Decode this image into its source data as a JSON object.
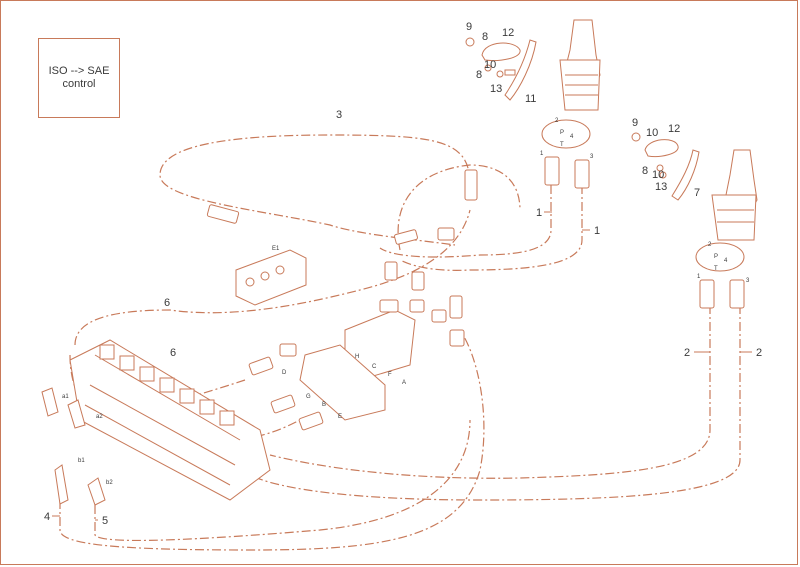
{
  "note_box": {
    "line1": "ISO --> SAE",
    "line2": "control"
  },
  "callouts": {
    "c9a": "9",
    "c8a": "8",
    "c12a": "12",
    "c10a": "10",
    "c8b": "8",
    "c13a": "13",
    "c11": "11",
    "c9b": "9",
    "c10b": "10",
    "c12b": "12",
    "c8c": "8",
    "c10c": "10",
    "c13b": "13",
    "c7": "7",
    "c3": "3",
    "c1a": "1",
    "c1b": "1",
    "c2a": "2",
    "c2b": "2",
    "c6a": "6",
    "c6b": "6",
    "c4": "4",
    "c5": "5"
  },
  "small_labels": {
    "e1": "E1",
    "a1": "a1",
    "a2": "a2",
    "b1": "b1",
    "b2": "b2",
    "pA": "P",
    "tA": "T",
    "n1A": "1",
    "n2A": "2",
    "n3A": "3",
    "n4A": "4",
    "pB": "P",
    "tB": "T",
    "n1B": "1",
    "n2B": "2",
    "n3B": "3",
    "n4B": "4",
    "h": "H",
    "c": "C",
    "f": "F",
    "a": "A",
    "d": "D",
    "g": "G",
    "b": "B",
    "e": "E"
  },
  "colors": {
    "line": "#c87a5a",
    "text": "#3a3a3a"
  }
}
